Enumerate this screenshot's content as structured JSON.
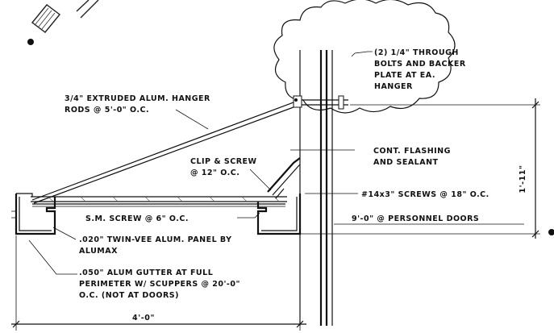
{
  "notes": {
    "bolts": [
      "(2) 1/4\" THROUGH",
      "BOLTS AND BACKER",
      "PLATE AT EA.",
      "HANGER"
    ],
    "hanger": [
      "3/4\" EXTRUDED ALUM. HANGER",
      "RODS @ 5'-0\" O.C."
    ],
    "flashing": [
      "CONT. FLASHING",
      "AND SEALANT"
    ],
    "clip": [
      "CLIP & SCREW",
      "@ 12\" O.C."
    ],
    "screws_14x3": [
      "#14x3\" SCREWS @ 18\" O.C."
    ],
    "sm_screw": [
      "S.M. SCREW @ 6\" O.C."
    ],
    "personnel_doors": [
      "9'-0\" @ PERSONNEL DOORS"
    ],
    "panel": [
      ".020\" TWIN-VEE ALUM.  PANEL BY",
      "ALUMAX"
    ],
    "gutter": [
      ".050\" ALUM GUTTER AT FULL",
      "PERIMETER W/ SCUPPERS @ 20'-0\"",
      "O.C. (NOT AT DOORS)"
    ]
  },
  "dimensions": {
    "width": "4'-0\"",
    "height": "1'-11\""
  },
  "colors": {
    "line": "#111111",
    "background": "#ffffff"
  }
}
